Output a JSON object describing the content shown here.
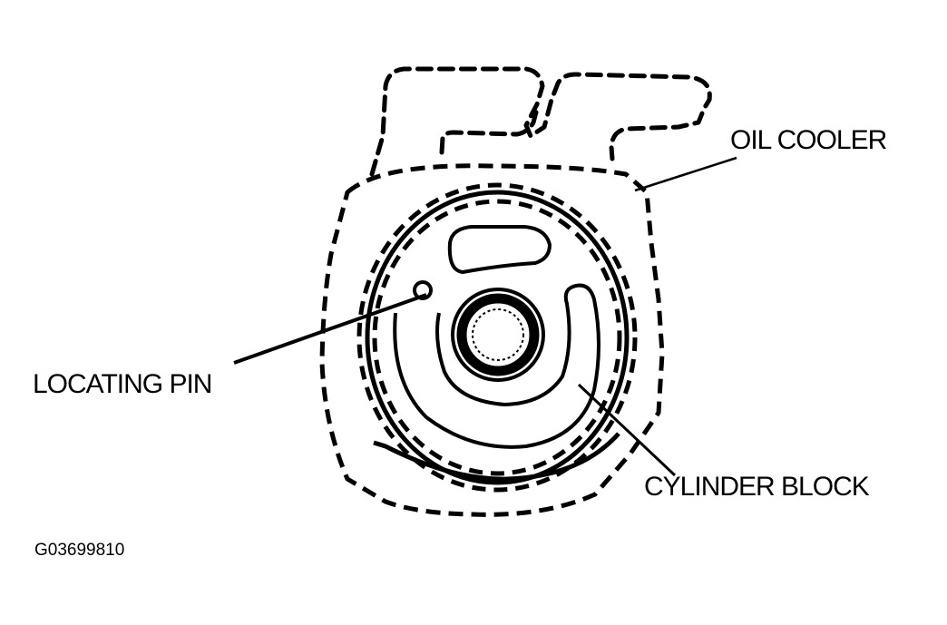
{
  "labels": {
    "oil_cooler": "OIL COOLER",
    "locating_pin": "LOCATING PIN",
    "cylinder_block": "CYLINDER BLOCK"
  },
  "figure_id": "G03699810",
  "colors": {
    "ink": "#000000",
    "background": "#ffffff"
  }
}
